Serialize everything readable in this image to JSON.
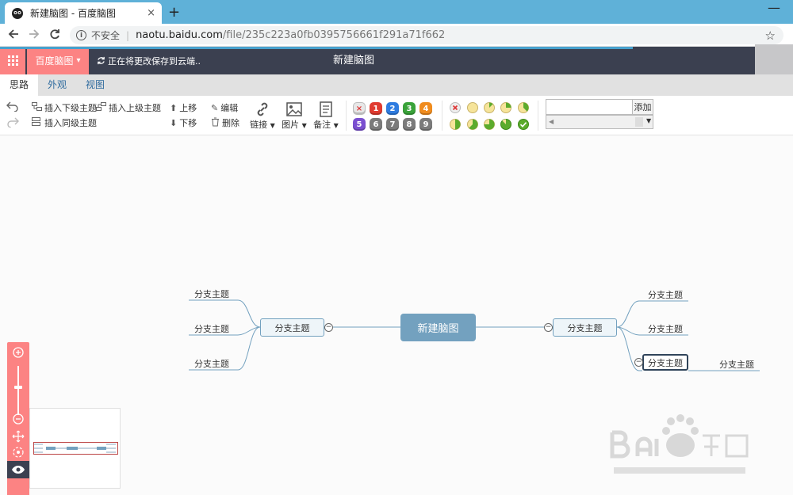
{
  "browser": {
    "tab_title": "新建脑图 - 百度脑图",
    "tab_close": "×",
    "new_tab": "+",
    "minimize": "—",
    "security_label": "不安全",
    "url_host": "naotu.baidu.com",
    "url_path": "/file/235c223a0fb0395756661f291a71f662"
  },
  "app": {
    "brand": "百度脑图",
    "brand_caret": "▾",
    "save_status": "正在将更改保存到云端..",
    "doc_title": "新建脑图"
  },
  "ribbon_tabs": [
    "思路",
    "外观",
    "视图"
  ],
  "toolbar": {
    "insert_child": "插入下级主题",
    "insert_parent": "插入上级主题",
    "insert_sibling": "插入同级主题",
    "move_up": "上移",
    "move_down": "下移",
    "edit": "编辑",
    "delete": "删除",
    "link": "链接",
    "image": "图片",
    "note": "备注",
    "priorities": [
      "×",
      "1",
      "2",
      "3",
      "4",
      "5",
      "6",
      "7",
      "8",
      "9"
    ],
    "priority_colors": [
      "#e8e8e8",
      "#e03a2f",
      "#2f7ce0",
      "#3aa33a",
      "#f08c1e",
      "#7a4fd0",
      "#7b7b7b",
      "#7b7b7b",
      "#7b7b7b",
      "#7b7b7b"
    ],
    "tag_add": "添加",
    "accent": "#fc8383"
  },
  "mindmap": {
    "root": "新建脑图",
    "left_main": "分支主题",
    "right_main": "分支主题",
    "left_subs": [
      "分支主题",
      "分支主题",
      "分支主题"
    ],
    "right_subs": [
      "分支主题",
      "分支主题",
      "分支主题"
    ],
    "grandchild": "分支主题",
    "collapse_symbol": "−"
  },
  "zoom": {
    "zoom_in": "+",
    "zoom_out": "−"
  }
}
